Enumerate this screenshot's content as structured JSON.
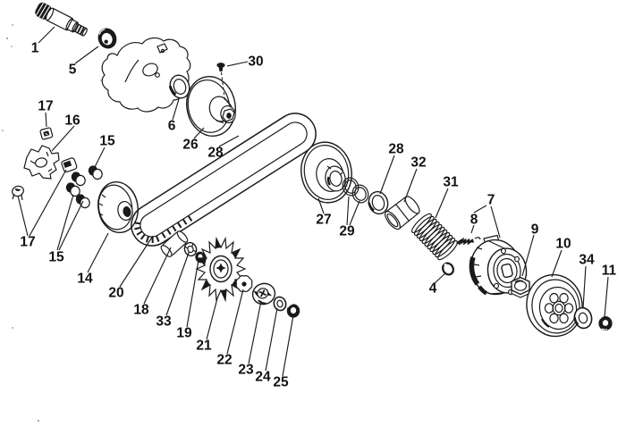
{
  "diagram": {
    "kind": "exploded-parts-diagram"
  },
  "colors": {
    "ink": "#1a1a1a",
    "paper": "#ffffff",
    "speckle": "#8c8c8c"
  },
  "callouts": [
    {
      "label": "1",
      "part": "drive-shaft"
    },
    {
      "label": "5",
      "part": "ball-bearing"
    },
    {
      "label": "6",
      "part": "oil-seal"
    },
    {
      "label": "30",
      "part": "small-bolt"
    },
    {
      "label": "26",
      "part": "drive-face-hub"
    },
    {
      "label": "28",
      "part": "collar-ring-front"
    },
    {
      "label": "17",
      "part": "slide-piece-top"
    },
    {
      "label": "16",
      "part": "ramp-plate"
    },
    {
      "label": "15",
      "part": "roller-weight-upper"
    },
    {
      "label": "17",
      "part": "slide-pieces-lower"
    },
    {
      "label": "15",
      "part": "roller-weights-lower"
    },
    {
      "label": "14",
      "part": "movable-drive-face"
    },
    {
      "label": "20",
      "part": "drive-belt"
    },
    {
      "label": "18",
      "part": "spacer-bushing"
    },
    {
      "label": "33",
      "part": "collar"
    },
    {
      "label": "19",
      "part": "ring"
    },
    {
      "label": "21",
      "part": "fan-drive-face"
    },
    {
      "label": "22",
      "part": "star-washer"
    },
    {
      "label": "23",
      "part": "ratchet-plate"
    },
    {
      "label": "24",
      "part": "washer"
    },
    {
      "label": "25",
      "part": "nut"
    },
    {
      "label": "27",
      "part": "driven-pulley-face"
    },
    {
      "label": "29",
      "part": "o-rings"
    },
    {
      "label": "28",
      "part": "collar-ring-rear"
    },
    {
      "label": "32",
      "part": "sleeve-collar"
    },
    {
      "label": "31",
      "part": "compression-spring"
    },
    {
      "label": "4",
      "part": "small-o-ring"
    },
    {
      "label": "8",
      "part": "clutch-spring"
    },
    {
      "label": "7",
      "part": "clutch-shoe-assembly"
    },
    {
      "label": "9",
      "part": "hex-nut"
    },
    {
      "label": "10",
      "part": "clutch-drum"
    },
    {
      "label": "34",
      "part": "rear-washer"
    },
    {
      "label": "11",
      "part": "flange-nut"
    }
  ]
}
